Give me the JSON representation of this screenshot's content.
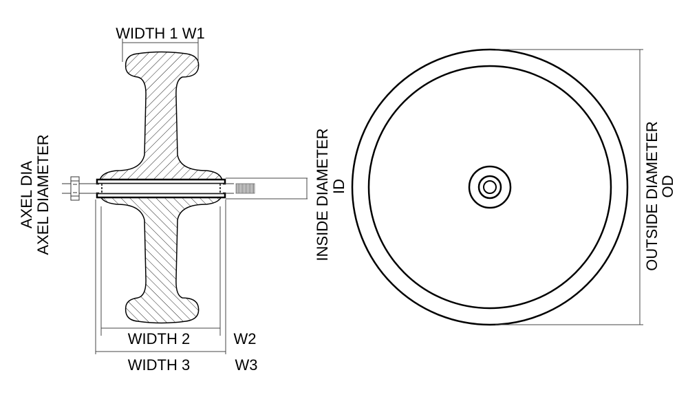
{
  "labels": {
    "width1": "WIDTH 1 W1",
    "width2": "WIDTH 2",
    "w2": "W2",
    "width3": "WIDTH 3",
    "w3": "W3",
    "axel_dia": "AXEL  DIA",
    "axel_diameter": "AXEL  DIAMETER",
    "inside_diameter": "INSIDE DIAMETER",
    "id": "ID",
    "outside_diameter": "OUTSIDE DIAMETER",
    "od": "OD"
  }
}
